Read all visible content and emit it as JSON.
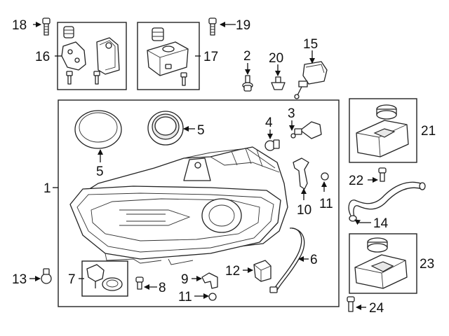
{
  "callouts": {
    "c1": "1",
    "c2": "2",
    "c3": "3",
    "c4": "4",
    "c5a": "5",
    "c5b": "5",
    "c6": "6",
    "c7": "7",
    "c8": "8",
    "c9": "9",
    "c10": "10",
    "c11a": "11",
    "c11b": "11",
    "c12": "12",
    "c13": "13",
    "c14": "14",
    "c15": "15",
    "c16": "16",
    "c17": "17",
    "c18": "18",
    "c19": "19",
    "c20": "20",
    "c21": "21",
    "c22": "22",
    "c23": "23",
    "c24": "24"
  }
}
